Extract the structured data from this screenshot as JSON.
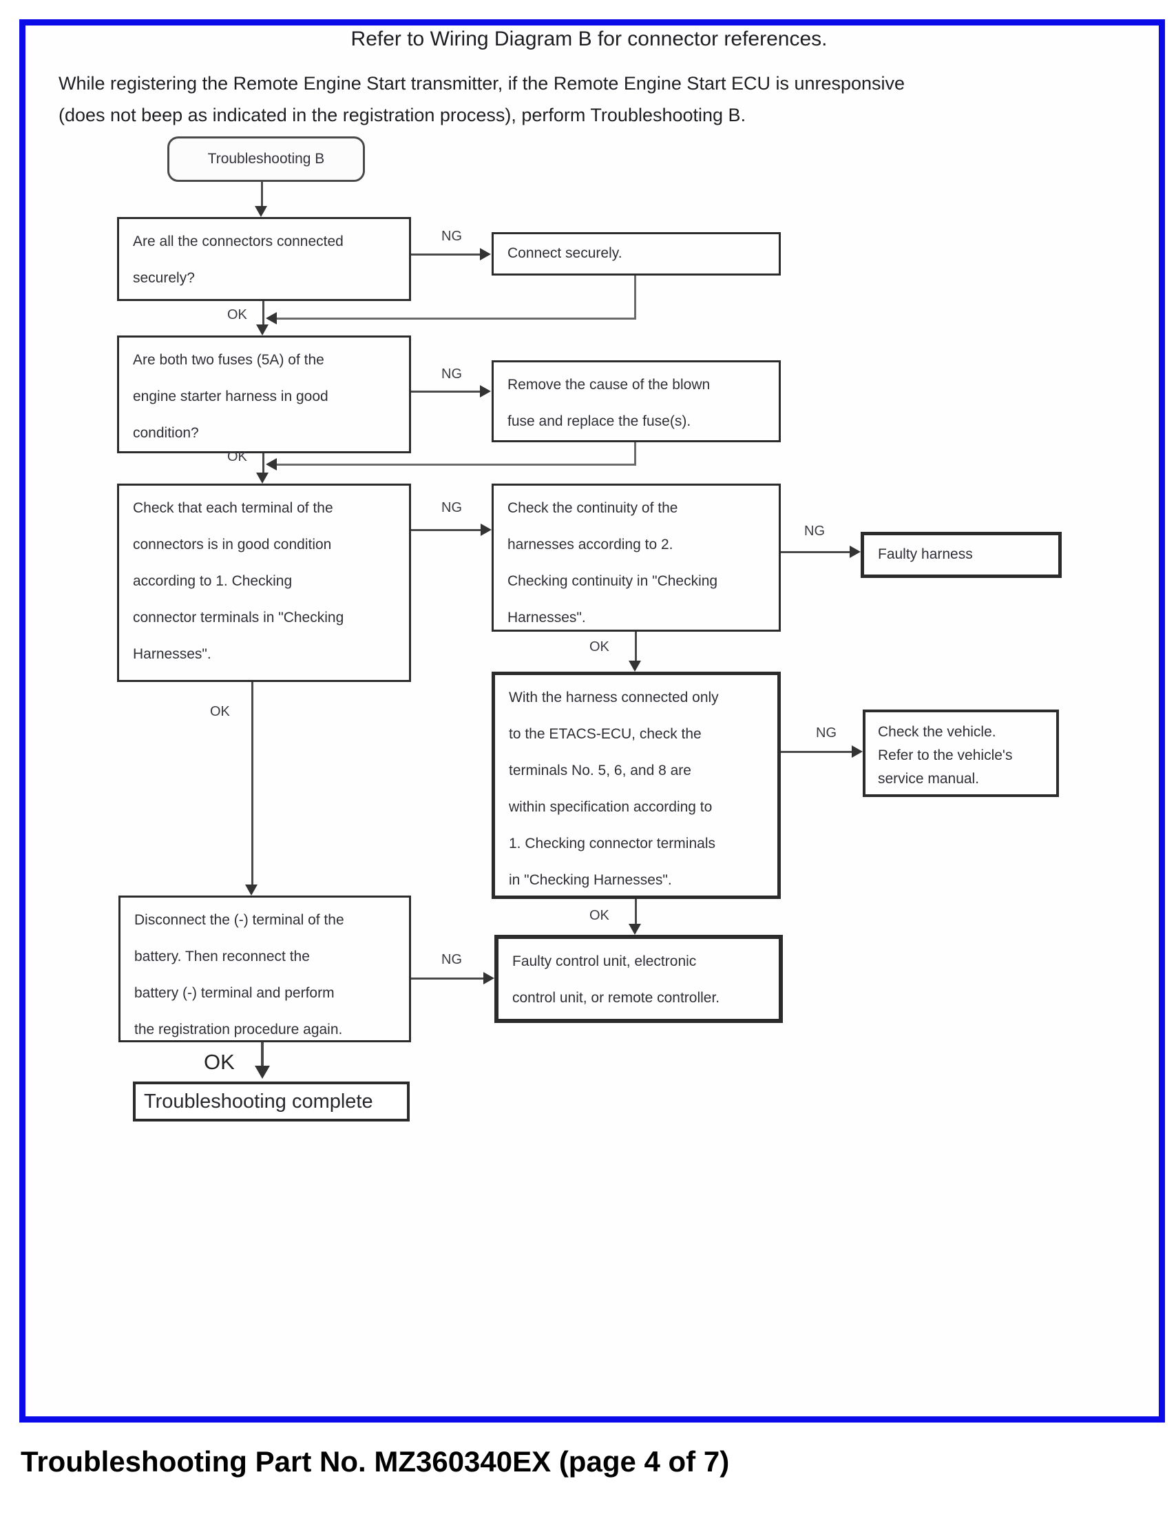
{
  "page": {
    "title": "Refer to Wiring Diagram B for connector references.",
    "intro": "While registering the Remote Engine Start transmitter, if the Remote Engine Start ECU is unresponsive\n(does not beep as indicated in the registration process), perform Troubleshooting B.",
    "footer": "Troubleshooting Part No. MZ360340EX (page 4 of 7)"
  },
  "labels": {
    "ok": "OK",
    "ng": "NG"
  },
  "nodes": {
    "start": "Troubleshooting B",
    "connectors_question": "Are all the connectors connected\nsecurely?",
    "connect_securely": "Connect securely.",
    "fuses_question": "Are both two fuses (5A) of the\nengine starter harness in good\ncondition?",
    "remove_blown_fuse": "Remove the cause of the blown\nfuse and replace the fuse(s).",
    "terminal_check": "Check that each terminal of the\nconnectors is in good condition\naccording to 1. Checking\nconnector terminals in \"Checking\nHarnesses\".",
    "continuity_check": "Check the continuity of the\nharnesses according to 2.\nChecking continuity in \"Checking\nHarnesses\".",
    "faulty_harness": "Faulty harness",
    "etacs_check": "With the harness connected only\nto the ETACS-ECU, check the\nterminals No. 5, 6, and 8 are\nwithin specification according to\n1. Checking connector terminals\nin \"Checking Harnesses\".",
    "check_vehicle": "Check the vehicle.\nRefer to the vehicle's\nservice manual.",
    "battery_reset": "Disconnect the (-) terminal of the\nbattery. Then reconnect the\nbattery (-) terminal and perform\nthe registration procedure again.",
    "faulty_control_unit": "Faulty control unit, electronic\ncontrol unit, or remote controller.",
    "complete": "Troubleshooting complete"
  },
  "colors": {
    "page_border_blue": "#0b0bea",
    "flow_line": "#4a4a4a",
    "box_border": "#2b2b2b",
    "text": "#2e2e35"
  }
}
